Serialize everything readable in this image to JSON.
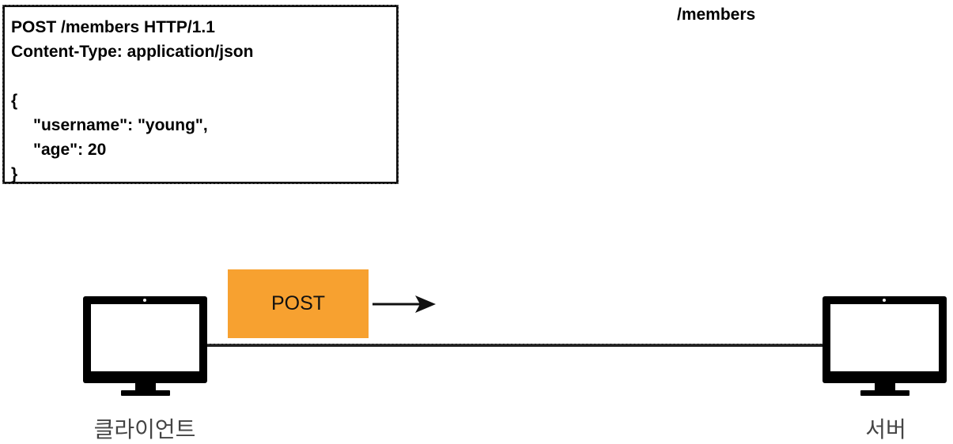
{
  "request_message": {
    "lines": [
      "POST /members HTTP/1.1",
      "Content-Type: application/json",
      "",
      "{",
      "\"username\": \"young\",",
      "\"age\": 20",
      "}"
    ]
  },
  "resource_path": "/members",
  "method_badge": {
    "label": "POST",
    "color": "#f7a130"
  },
  "nodes": {
    "client": {
      "label": "클라이언트",
      "icon": "computer-monitor-icon"
    },
    "server": {
      "label": "서버",
      "icon": "computer-monitor-icon"
    }
  },
  "arrow": {
    "icon": "arrow-right-icon"
  }
}
